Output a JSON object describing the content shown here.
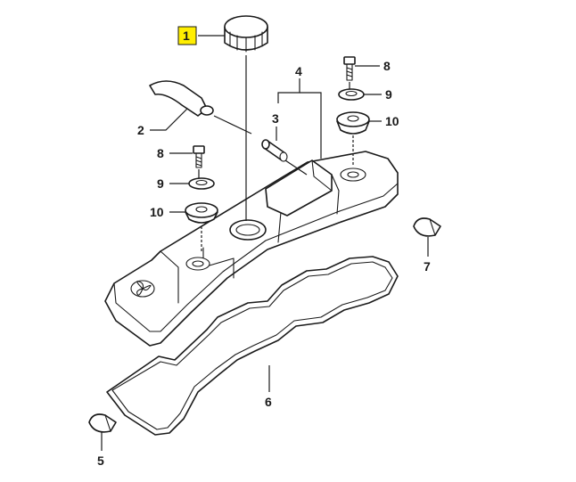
{
  "diagram": {
    "callouts": [
      {
        "id": "1",
        "label": "1",
        "highlighted": true
      },
      {
        "id": "2",
        "label": "2"
      },
      {
        "id": "3",
        "label": "3"
      },
      {
        "id": "4",
        "label": "4"
      },
      {
        "id": "5",
        "label": "5"
      },
      {
        "id": "6",
        "label": "6"
      },
      {
        "id": "7",
        "label": "7"
      },
      {
        "id": "8a",
        "label": "8"
      },
      {
        "id": "8b",
        "label": "8"
      },
      {
        "id": "9a",
        "label": "9"
      },
      {
        "id": "9b",
        "label": "9"
      },
      {
        "id": "10a",
        "label": "10"
      },
      {
        "id": "10b",
        "label": "10"
      }
    ],
    "highlight_color": "#ffee00",
    "line_color": "#1a1a1a"
  }
}
